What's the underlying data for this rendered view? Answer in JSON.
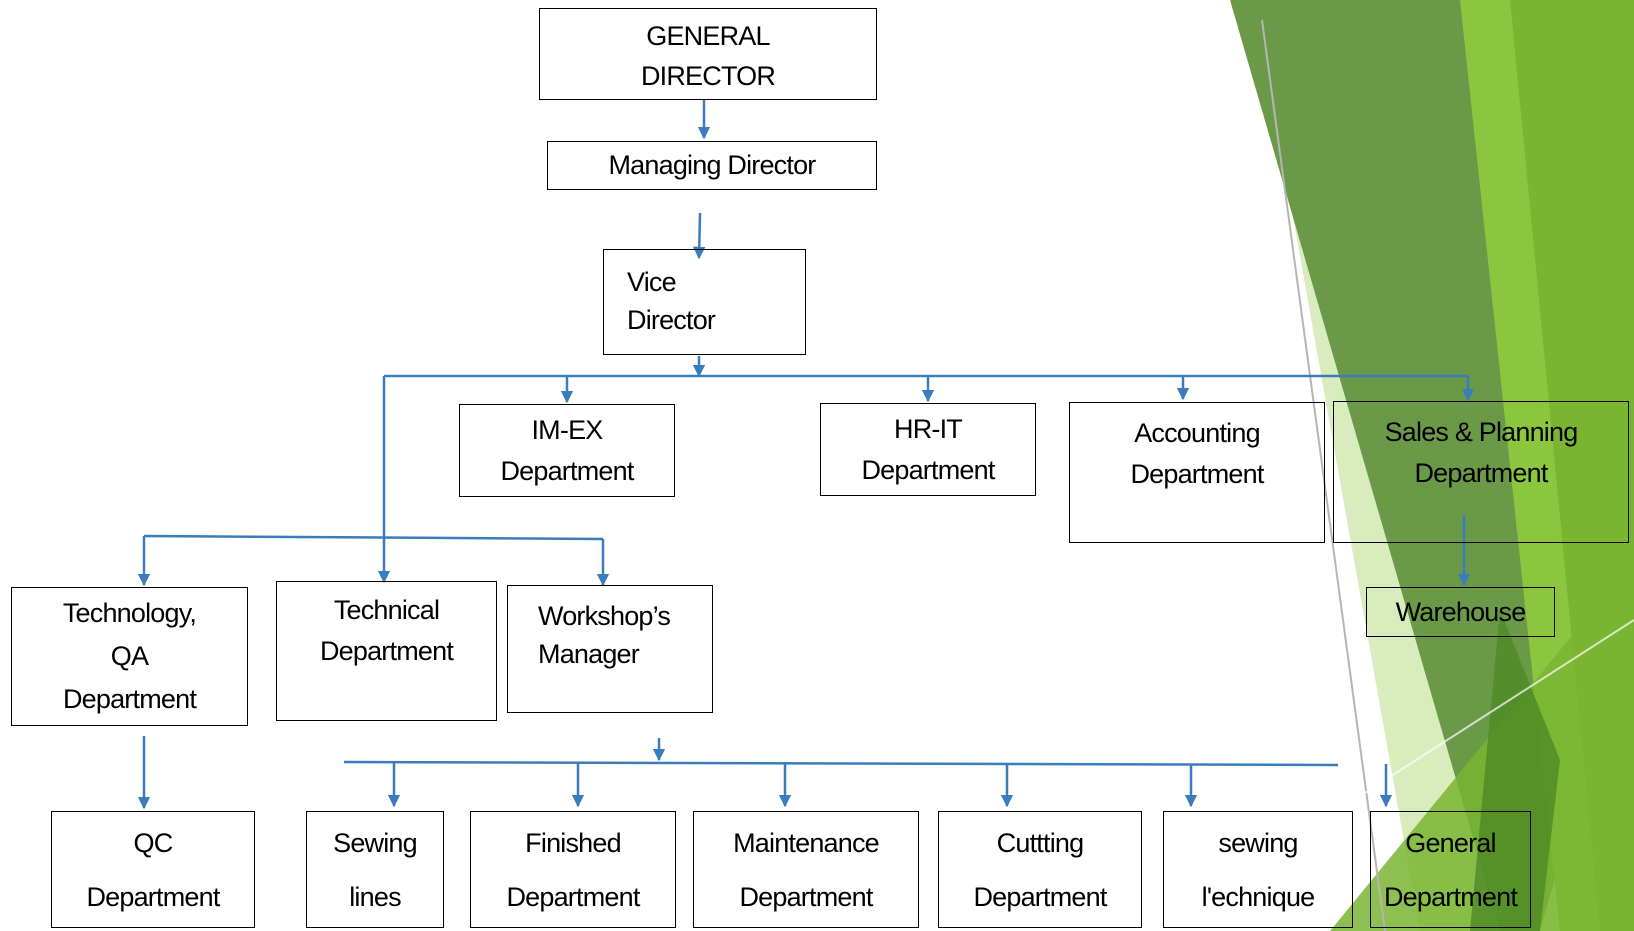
{
  "colors": {
    "connector": "#3a7dbd",
    "box_border": "#000000",
    "text": "#000000",
    "accent_greens": [
      "#6a9a48",
      "#5e9238",
      "#8cc63e",
      "#79b531",
      "#c9e4a3",
      "#4e8a26"
    ]
  },
  "org_chart": {
    "general_director": [
      "GENERAL",
      "DIRECTOR"
    ],
    "managing_director": [
      "Managing Director"
    ],
    "vice_director": [
      "Vice",
      "Director"
    ],
    "im_ex": [
      "IM-EX",
      "Department"
    ],
    "hr_it": [
      "HR-IT",
      "Department"
    ],
    "accounting": [
      "Accounting",
      "Department"
    ],
    "sales_planning": [
      "Sales & Planning",
      "Department"
    ],
    "warehouse": [
      "Warehouse"
    ],
    "technology_qa": [
      "Technology,",
      "QA",
      "Department"
    ],
    "technical": [
      "Technical",
      "Department"
    ],
    "workshop_manager": [
      "Workshop’s",
      "Manager"
    ],
    "qc": [
      "QC",
      "Department"
    ],
    "sewing_lines": [
      "Sewing",
      "lines"
    ],
    "finished": [
      "Finished",
      "Department"
    ],
    "maintenance": [
      "Maintenance",
      "Department"
    ],
    "cutting": [
      "Cuttting",
      "Department"
    ],
    "sewing_technique": [
      "sewing",
      "l'echnique"
    ],
    "general_department": [
      "General",
      "Department"
    ]
  }
}
